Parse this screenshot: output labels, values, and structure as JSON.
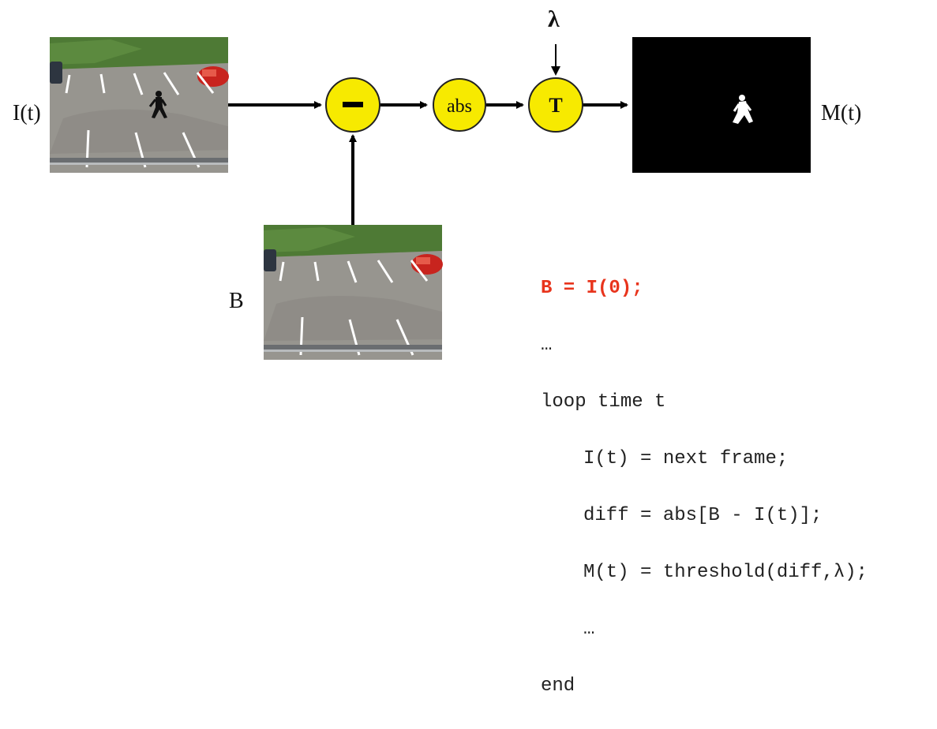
{
  "labels": {
    "input": "I(t)",
    "background": "B",
    "output": "M(t)",
    "lambda": "λ"
  },
  "nodes": {
    "subtract": "−",
    "abs": "abs",
    "threshold": "T"
  },
  "colors": {
    "node_fill": "#f7ea00",
    "node_stroke": "#222222",
    "code_highlight": "#e8341c",
    "mask_bg": "#000000"
  },
  "images": {
    "current_frame": "parking-lot-with-pedestrian",
    "background_frame": "empty-parking-lot",
    "motion_mask": "binary-mask-pedestrian"
  },
  "code": {
    "line1": "B = I(0);",
    "line2": "…",
    "line3": "loop time t",
    "line4": "I(t) = next frame;",
    "line5": "diff = abs[B - I(t)];",
    "line6": "M(t) = threshold(diff,λ);",
    "line7": "…",
    "line8": "end"
  }
}
